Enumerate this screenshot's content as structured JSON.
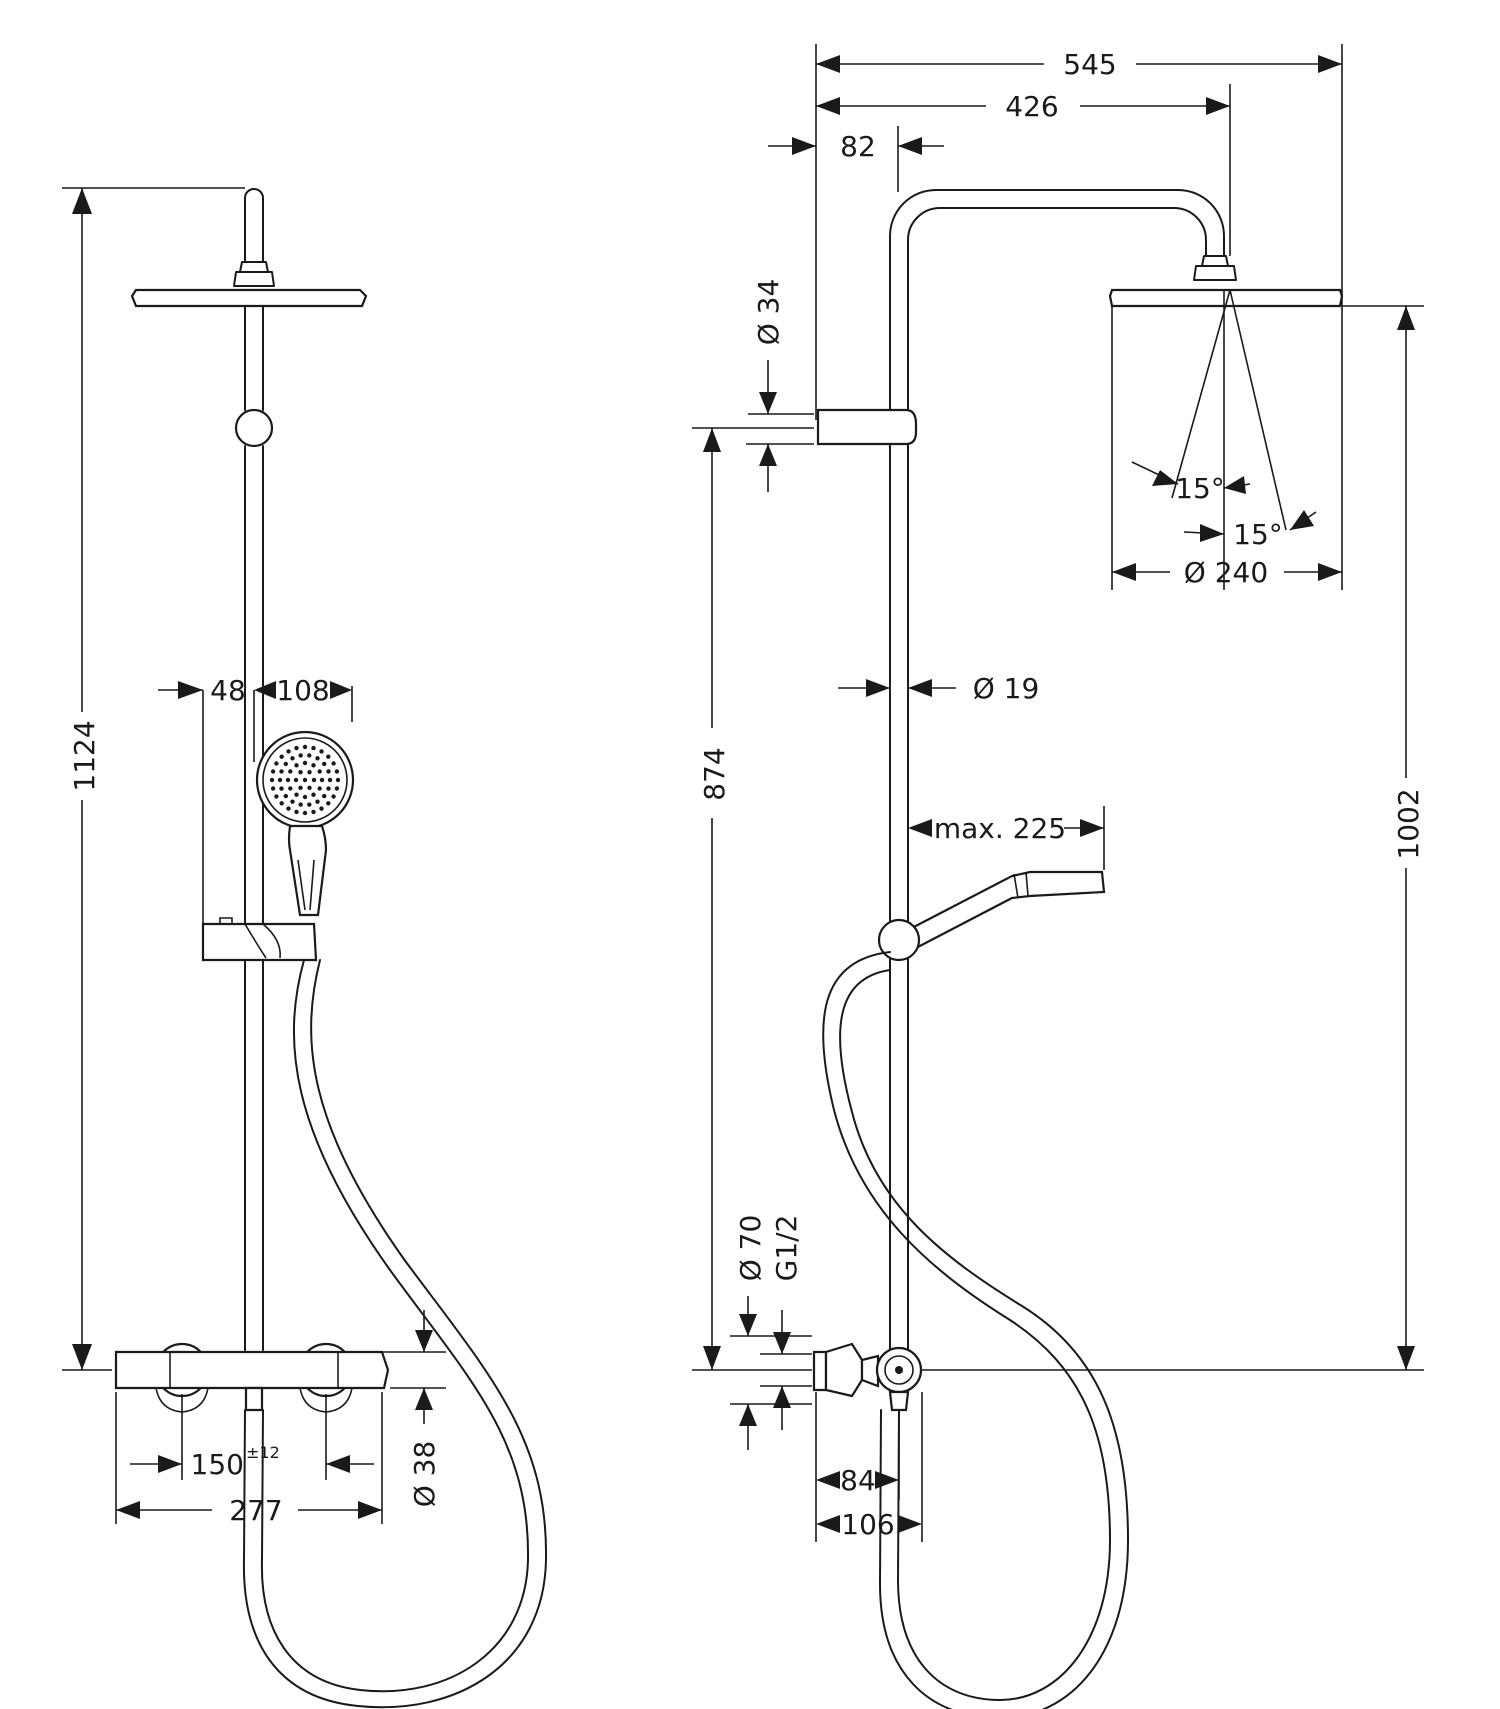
{
  "front_view": {
    "height_total": "1124",
    "holder_offset": "48",
    "handshower_width": "108",
    "mixer_center_distance": "150",
    "mixer_center_tolerance": "±12",
    "mixer_width": "277",
    "mixer_diameter": "Ø 38"
  },
  "side_view": {
    "projection_total": "545",
    "projection_arm": "426",
    "wall_offset": "82",
    "holder_diameter": "Ø 34",
    "holder_height": "874",
    "pipe_diameter": "Ø 19",
    "handshower_reach": "max. 225",
    "spray_angle_inner": "15°",
    "spray_angle_outer": "15°",
    "head_diameter": "Ø 240",
    "head_height": "1002",
    "connection_diameter": "Ø 70",
    "connection_thread": "G1/2",
    "mixer_depth_min": "84",
    "mixer_depth_max": "106"
  }
}
